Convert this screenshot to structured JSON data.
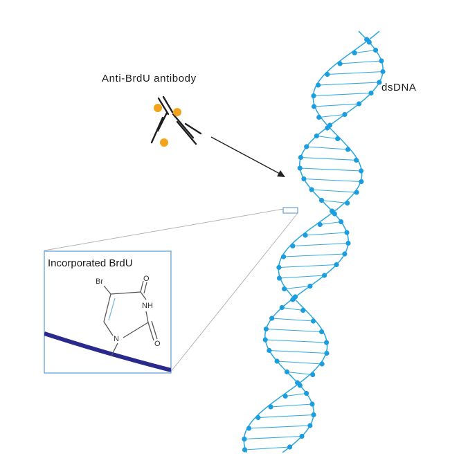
{
  "labels": {
    "antibody": "Anti-BrdU antibody",
    "dsdna": "dsDNA",
    "inset_title": "Incorporated BrdU"
  },
  "molecule": {
    "bromine": "Br",
    "imide_nitrogen": "NH",
    "ring_nitrogen": "N",
    "carbonyl_top": "O",
    "carbonyl_bottom": "O"
  },
  "colors": {
    "dna_strand": "#31a9de",
    "dna_bead": "#1c9ddd",
    "antibody_chain": "#1f1f1f",
    "antigen_bead": "#f2a51c",
    "inset_border": "#5b9bd5",
    "backbone": "#2a2a8c",
    "zoom_lines": "#b3b3b3",
    "arrow": "#222222"
  },
  "icons": {
    "antibody": "y-shaped-antibody-icon",
    "molecule": "bromouracil-structure-icon"
  }
}
